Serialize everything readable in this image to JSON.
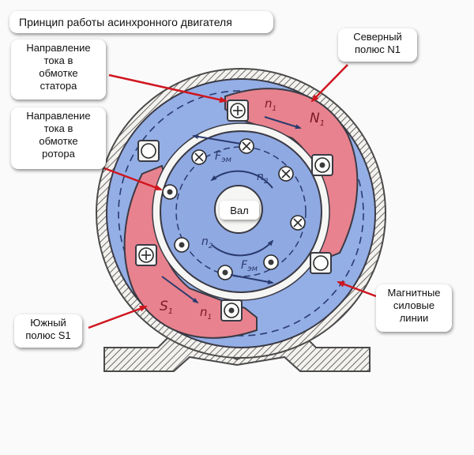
{
  "title": "Принцип работы асинхронного двигателя",
  "callouts": {
    "stator_current": [
      "Направление",
      "тока в",
      "обмотке",
      "статора"
    ],
    "rotor_current": [
      "Направление",
      "тока в",
      "обмотке",
      "ротора"
    ],
    "north_pole": [
      "Северный",
      "полюс N1"
    ],
    "south_pole": [
      "Южный",
      "полюс S1"
    ],
    "magnetic_lines": [
      "Магнитные",
      "силовые",
      "линии"
    ]
  },
  "diagram": {
    "shaft_label": "Вал",
    "pole_north": "N",
    "pole_north_sub": "1",
    "pole_south": "S",
    "pole_south_sub": "1",
    "n1": "n",
    "n1_sub": "1",
    "n2": "n",
    "n2_sub": "2",
    "force": "F",
    "force_sub": "эм"
  },
  "colors": {
    "stator_blue": "#94aee6",
    "rotor_blue": "#8fa9e3",
    "pole_red": "#e8828e",
    "arrow_red": "#d0161f",
    "outline": "#3a3a44",
    "dash": "#2a3b6e"
  }
}
